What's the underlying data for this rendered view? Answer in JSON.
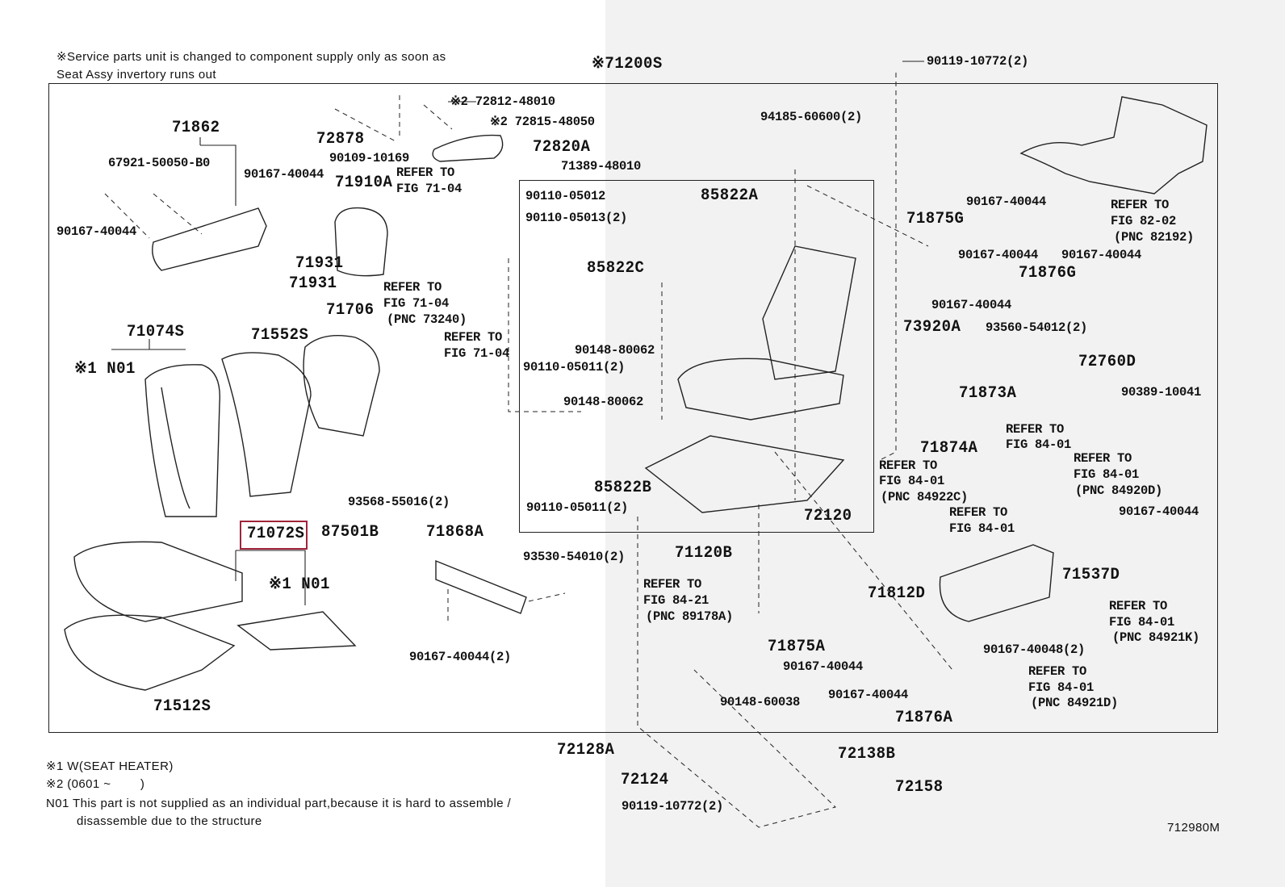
{
  "diagram": {
    "header_note": [
      "※Service parts unit is changed to component supply only as soon as",
      "Seat Assy invertory runs out"
    ],
    "assembly_label": "※71200S",
    "highlighted_part": "71072S",
    "highlight_color": "#a0243a",
    "parts": [
      "90119-10772(2)",
      "※2 72812-48010",
      "※2 72815-48050",
      "72820A",
      "71389-48010",
      "72878",
      "90109-10169",
      "71862",
      "67921-50050-B0",
      "90167-40044",
      "71910A",
      "REFER TO",
      "FIG 71-04",
      "90167-40044",
      "71931",
      "71931",
      "REFER TO",
      "FIG 71-04",
      "(PNC 73240)",
      "REFER TO",
      "FIG 71-04",
      "71706",
      "71074S",
      "71552S",
      "※1 N01",
      "93568-55016(2)",
      "87501B",
      "※1 N01",
      "71512S",
      "71868A",
      "93530-54010(2)",
      "90167-40044(2)",
      "90110-05012",
      "90110-05013(2)",
      "85822A",
      "85822C",
      "90148-80062",
      "90110-05011(2)",
      "90148-80062",
      "85822B",
      "90110-05011(2)",
      "72120",
      "71120B",
      "94185-60600(2)",
      "90167-40044",
      "71875G",
      "REFER TO",
      "FIG 82-02",
      "(PNC 82192)",
      "90167-40044",
      "90167-40044",
      "71876G",
      "90167-40044",
      "73920A",
      "93560-54012(2)",
      "72760D",
      "71873A",
      "90389-10041",
      "REFER TO",
      "FIG 84-01",
      "71874A",
      "REFER TO",
      "FIG 84-01",
      "(PNC 84922C)",
      "REFER TO",
      "FIG 84-01",
      "(PNC 84920D)",
      "90167-40044",
      "REFER TO",
      "FIG 84-01",
      "71812D",
      "71537D",
      "REFER TO",
      "FIG 84-01",
      "(PNC 84921K)",
      "90167-40048(2)",
      "REFER TO",
      "FIG 84-01",
      "(PNC 84921D)",
      "REFER TO",
      "FIG 84-21",
      "(PNC 89178A)",
      "71875A",
      "90167-40044",
      "90167-40044",
      "71876A",
      "90148-60038",
      "72128A",
      "72138B",
      "72124",
      "72158",
      "90119-10772(2)"
    ],
    "footnotes": [
      "※1 W(SEAT HEATER)",
      "※2 (0601 ~        )",
      "N01 This part is not supplied as an individual part,because it is hard to assemble /",
      "disassemble due to the structure"
    ],
    "figure_code": "712980M"
  }
}
